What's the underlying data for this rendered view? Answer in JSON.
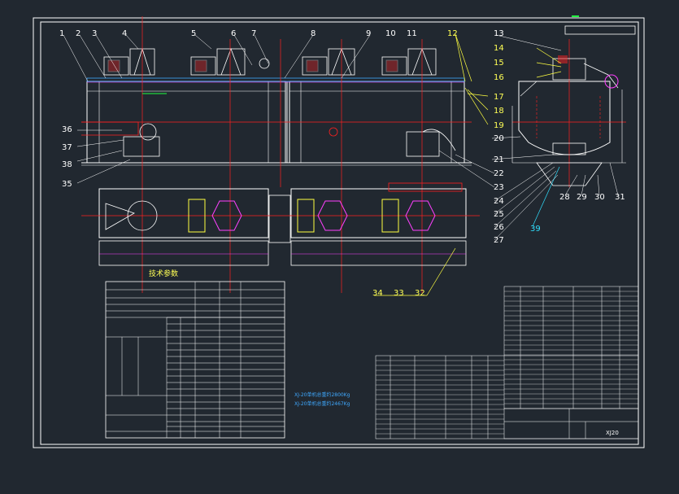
{
  "drawing": {
    "title_block_code": "XJ20",
    "table_title": "技术参数",
    "notes": [
      "XJ-20单机总重约2800Kg",
      "XJ-20单机总重约2467Kg"
    ]
  },
  "callouts_white": [
    {
      "id": "1"
    },
    {
      "id": "2"
    },
    {
      "id": "3"
    },
    {
      "id": "4"
    },
    {
      "id": "5"
    },
    {
      "id": "6"
    },
    {
      "id": "7"
    },
    {
      "id": "8"
    },
    {
      "id": "9"
    },
    {
      "id": "10"
    },
    {
      "id": "11"
    },
    {
      "id": "13"
    },
    {
      "id": "20"
    },
    {
      "id": "21"
    },
    {
      "id": "22"
    },
    {
      "id": "23"
    },
    {
      "id": "24"
    },
    {
      "id": "25"
    },
    {
      "id": "26"
    },
    {
      "id": "27"
    },
    {
      "id": "28"
    },
    {
      "id": "29"
    },
    {
      "id": "30"
    },
    {
      "id": "31"
    },
    {
      "id": "35"
    },
    {
      "id": "36"
    },
    {
      "id": "37"
    },
    {
      "id": "38"
    }
  ],
  "callouts_yellow": [
    {
      "id": "12"
    },
    {
      "id": "14"
    },
    {
      "id": "15"
    },
    {
      "id": "16"
    },
    {
      "id": "17"
    },
    {
      "id": "18"
    },
    {
      "id": "19"
    },
    {
      "id": "32"
    },
    {
      "id": "33"
    },
    {
      "id": "34"
    }
  ],
  "callouts_cyan": [
    {
      "id": "39"
    }
  ],
  "colors": {
    "background": "#212830",
    "line_white": "#ffffff",
    "line_red": "#ff2020",
    "line_yellow": "#ffff40",
    "line_cyan": "#30e0ff",
    "line_magenta": "#ff40ff",
    "line_green": "#20ff40",
    "line_blue": "#3fa9ff"
  }
}
